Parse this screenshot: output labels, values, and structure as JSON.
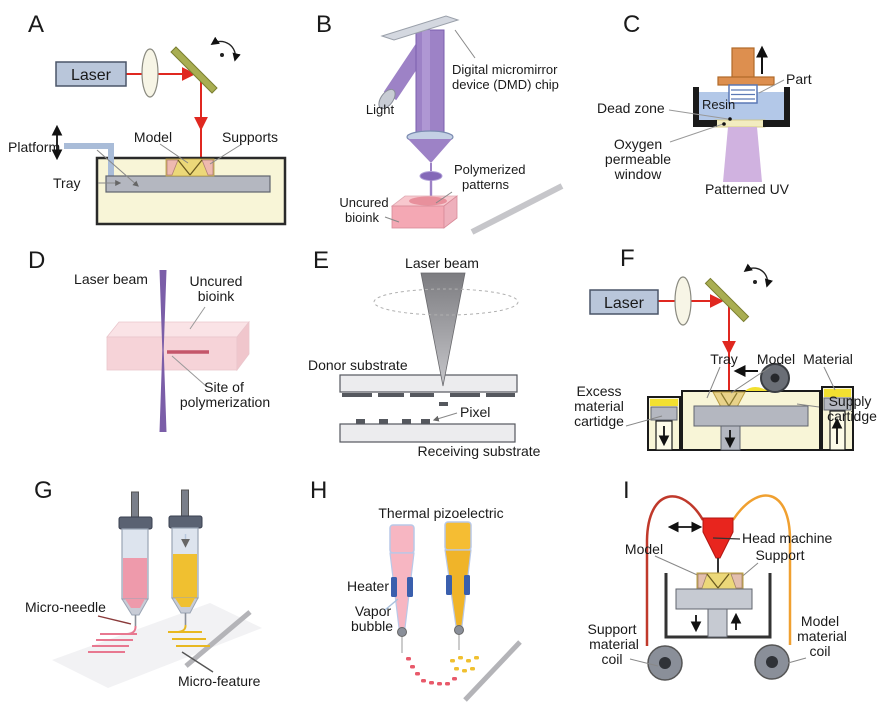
{
  "panels": {
    "A": {
      "letter": "A",
      "labels": {
        "laser": "Laser",
        "model": "Model",
        "supports": "Supports",
        "platform": "Platform",
        "tray": "Tray"
      }
    },
    "B": {
      "letter": "B",
      "labels": {
        "light": "Light",
        "dmd_line1": "Digital micromirror",
        "dmd_line2": "device (DMD) chip",
        "polymerized_line1": "Polymerized",
        "polymerized_line2": "patterns",
        "uncured_line1": "Uncured",
        "uncured_line2": "bioink"
      }
    },
    "C": {
      "letter": "C",
      "labels": {
        "part": "Part",
        "resin": "Resin",
        "dead_zone": "Dead zone",
        "oxygen_line1": "Oxygen",
        "oxygen_line2": "permeable",
        "oxygen_line3": "window",
        "patterned_uv": "Patterned UV"
      }
    },
    "D": {
      "letter": "D",
      "labels": {
        "laser_beam": "Laser beam",
        "uncured_line1": "Uncured",
        "uncured_line2": "bioink",
        "site_line1": "Site of",
        "site_line2": "polymerization"
      }
    },
    "E": {
      "letter": "E",
      "labels": {
        "laser_beam": "Laser beam",
        "donor": "Donor substrate",
        "pixel": "Pixel",
        "receiving": "Receiving substrate"
      }
    },
    "F": {
      "letter": "F",
      "labels": {
        "laser": "Laser",
        "tray": "Tray",
        "model": "Model",
        "material": "Material",
        "excess_line1": "Excess",
        "excess_line2": "material",
        "excess_line3": "cartidge",
        "supply_line1": "Supply",
        "supply_line2": "cartidge"
      }
    },
    "G": {
      "letter": "G",
      "labels": {
        "micro_needle": "Micro-needle",
        "micro_feature": "Micro-feature"
      }
    },
    "H": {
      "letter": "H",
      "labels": {
        "title": "Thermal pizoelectric",
        "heater": "Heater",
        "vapor_line1": "Vapor",
        "vapor_line2": "bubble"
      }
    },
    "I": {
      "letter": "I",
      "labels": {
        "head_machine": "Head machine",
        "model": "Model",
        "support": "Support",
        "support_coil_line1": "Support",
        "support_coil_line2": "material",
        "support_coil_line3": "coil",
        "model_coil_line1": "Model",
        "model_coil_line2": "material",
        "model_coil_line3": "coil"
      }
    }
  },
  "colors": {
    "beam_red": "#e02820",
    "mirror_olive": "#a9ae52",
    "laser_box_blue": "#b9c6da",
    "vat_cream": "#f8f5d7",
    "platform_gray": "#b4b7c0",
    "model_yellow": "#ecd879",
    "support_pink": "#eeb9b0",
    "uv_purple": "#9d82c6",
    "uv_light_purple": "#d0b2e0",
    "resin_blue": "#b3c8e8",
    "piston_orange": "#dd8f4f",
    "bioink_pink": "#f4a8b4",
    "bioink_yellow": "#f0c030",
    "heater_blue": "#3a5fad",
    "head_red": "#e8251e",
    "filament_red": "#c0392b",
    "filament_orange": "#f0a030",
    "powder_yellow": "#f2e030",
    "coil_gray": "#8a8f99"
  }
}
